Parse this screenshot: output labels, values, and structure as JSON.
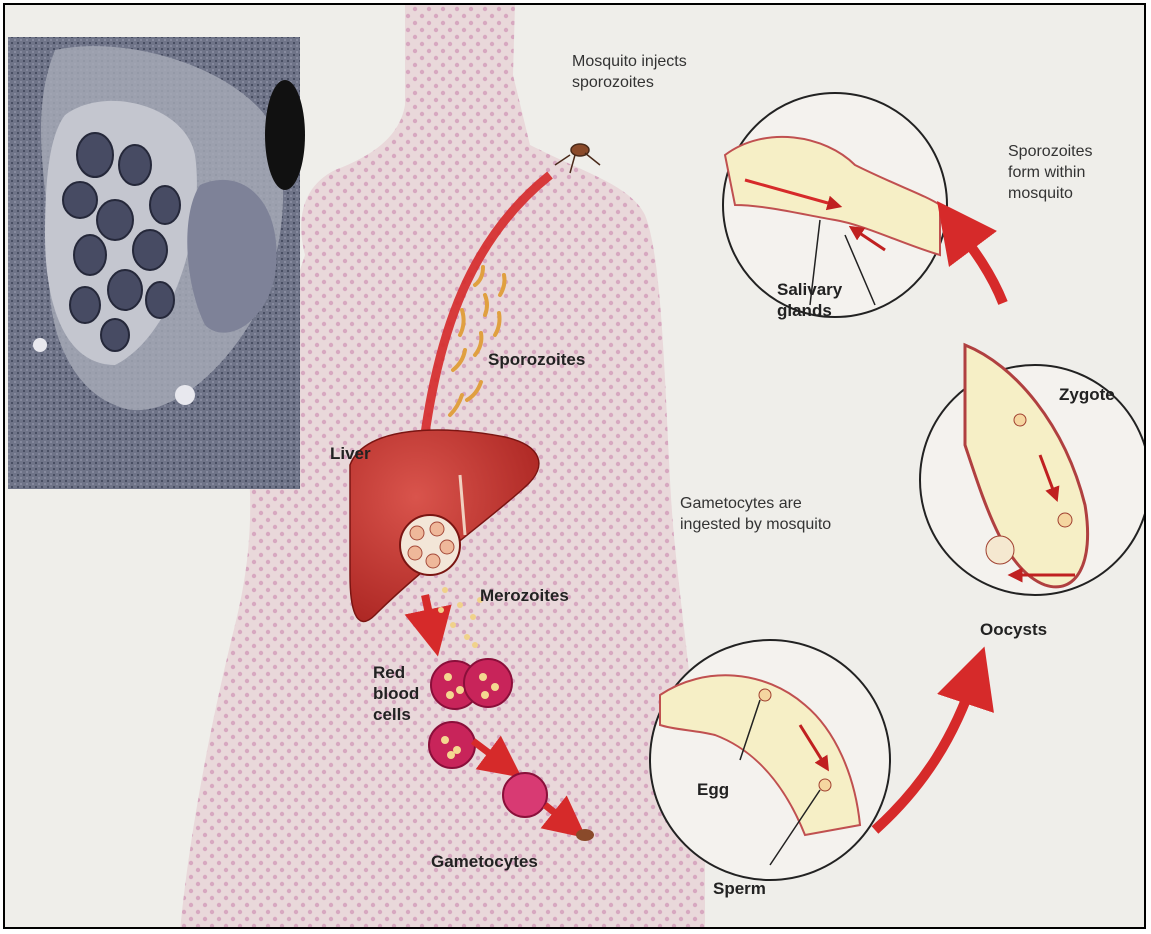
{
  "labels": {
    "mosquito_injects": [
      "Mosquito injects",
      "sporozoites"
    ],
    "sporozoites": "Sporozoites",
    "liver": "Liver",
    "merozoites": "Merozoites",
    "red_blood_cells": [
      "Red",
      "blood",
      "cells"
    ],
    "gametocytes": "Gametocytes",
    "gametocytes_ingested": [
      "Gametocytes are",
      "ingested by mosquito"
    ],
    "egg": "Egg",
    "sperm": "Sperm",
    "zygote": "Zygote",
    "oocysts": "Oocysts",
    "salivary_glands": [
      "Salivary",
      "glands"
    ],
    "sporozoites_form": [
      "Sporozoites",
      "form within",
      "mosquito"
    ]
  },
  "colors": {
    "skin": "#e8d6d6",
    "liver": "#c4322f",
    "arrow": "#d62a2a",
    "gland": "#f6efc6",
    "rbc": "#c8245a",
    "micrograph": "#4e5569"
  }
}
